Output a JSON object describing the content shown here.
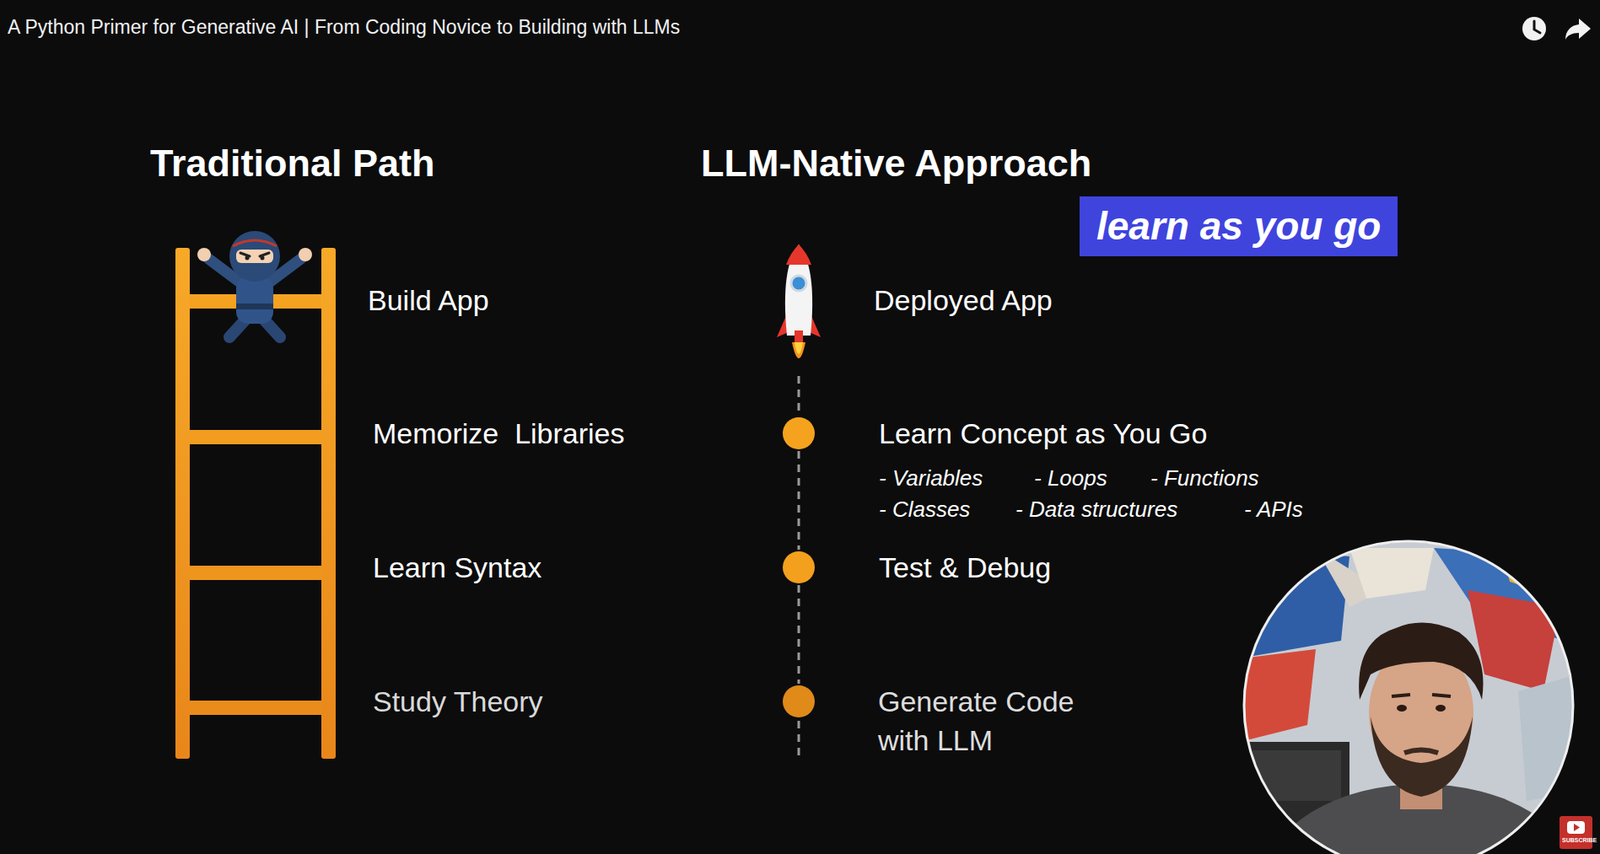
{
  "diagram": {
    "title": "A Python Primer for Generative AI | From Coding Novice to Building with LLMs",
    "nodes": [
      {
        "text": [
          "learn as you go"
        ]
      },
      {
        "text": [
          "Deployed App"
        ]
      },
      {
        "text": [
          "Learn Concept as You Go",
          "- Variables",
          "- Loops",
          "- Functions",
          "- Classes",
          "- Data structures",
          "- APIs"
        ]
      },
      {
        "text": [
          "Test & Debug"
        ]
      },
      {
        "text": [
          "Generate Code with LLM"
        ]
      }
    ],
    "edges": [
      {
        "from": 1,
        "to": 2,
        "arrow": "none"
      },
      {
        "from": 2,
        "to": 3,
        "arrow": "none"
      },
      {
        "from": 3,
        "to": 4,
        "arrow": "none"
      }
    ],
    "labels": [
      "Traditional Path",
      "LLM-Native Approach",
      "Build App",
      "Memorize  Libraries",
      "Learn Syntax",
      "Study Theory",
      "SUBSCRIBE"
    ]
  }
}
